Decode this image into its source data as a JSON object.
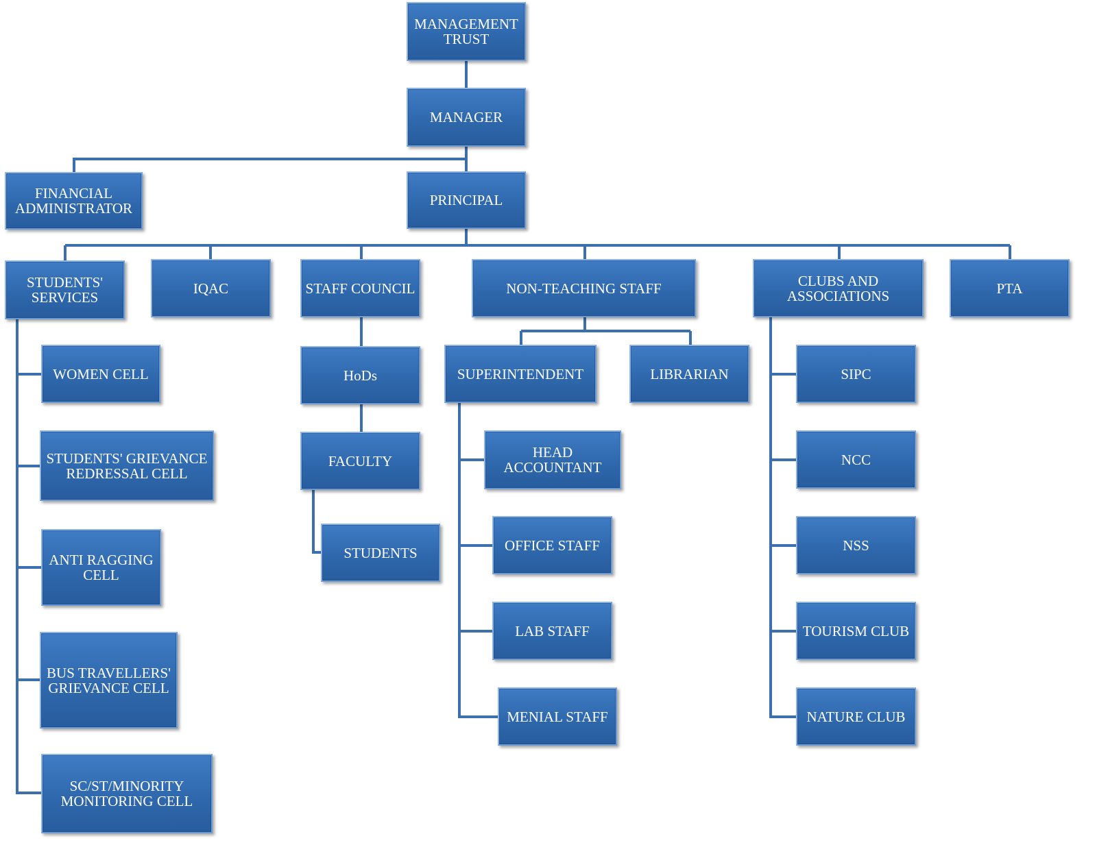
{
  "nodes": {
    "management_trust": "MANAGEMENT\nTRUST",
    "manager": "MANAGER",
    "financial_administrator": "FINANCIAL\nADMINISTRATOR",
    "principal": "PRINCIPAL",
    "students_services": "STUDENTS'\nSERVICES",
    "iqac": "IQAC",
    "staff_council": "STAFF COUNCIL",
    "non_teaching_staff": "NON-TEACHING STAFF",
    "clubs_and_associations": "CLUBS AND\nASSOCIATIONS",
    "pta": "PTA",
    "women_cell": "WOMEN CELL",
    "students_grievance_redressal_cell": "STUDENTS' GRIEVANCE\nREDRESSAL CELL",
    "anti_ragging_cell": "ANTI RAGGING\nCELL",
    "bus_travellers_grievance_cell": "BUS TRAVELLERS'\nGRIEVANCE CELL",
    "sc_st_minority_monitoring_cell": "SC/ST/MINORITY\nMONITORING CELL",
    "hods": "HoDs",
    "faculty": "FACULTY",
    "students": "STUDENTS",
    "superintendent": "SUPERINTENDENT",
    "librarian": "LIBRARIAN",
    "head_accountant": "HEAD\nACCOUNTANT",
    "office_staff": "OFFICE STAFF",
    "lab_staff": "LAB STAFF",
    "menial_staff": "MENIAL STAFF",
    "sipc": "SIPC",
    "ncc": "NCC",
    "nss": "NSS",
    "tourism_club": "TOURISM CLUB",
    "nature_club": "NATURE CLUB"
  },
  "colors": {
    "box": "#2f68ad",
    "line": "#3c6fae"
  }
}
